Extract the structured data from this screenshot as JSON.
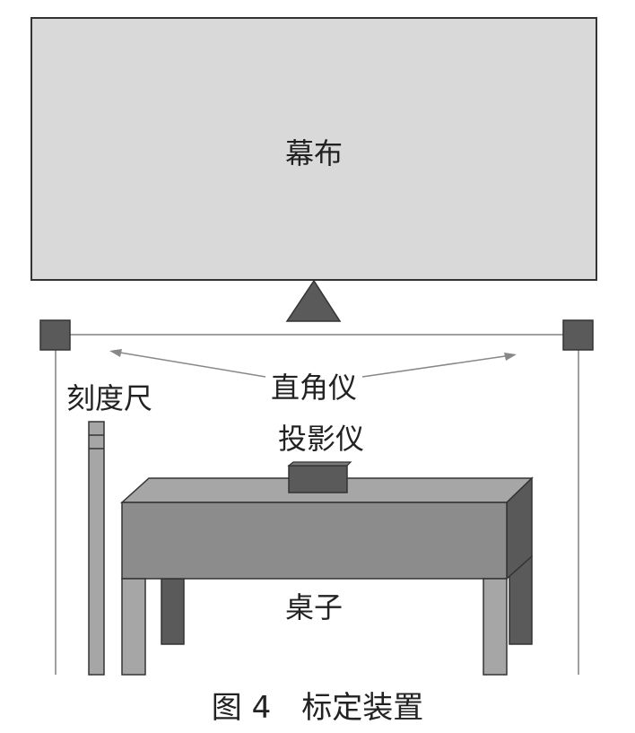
{
  "labels": {
    "screen": "幕布",
    "square": "直角仪",
    "ruler": "刻度尺",
    "projector": "投影仪",
    "table": "桌子"
  },
  "caption": "图 4　标定装置",
  "colors": {
    "screen_fill": "#d9d9d9",
    "table_top": "#a6a6a6",
    "table_front": "#8c8c8c",
    "table_side": "#595959",
    "dark": "#5a5a5a",
    "line": "#a0a0a0"
  }
}
